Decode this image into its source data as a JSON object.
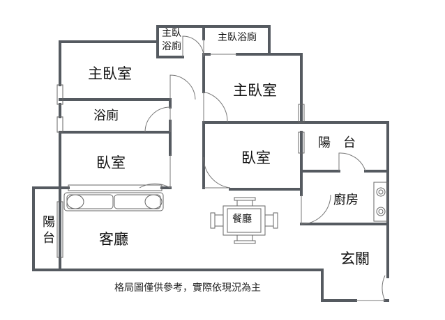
{
  "plan": {
    "rooms": {
      "master_bath_small_line1": "主臥",
      "master_bath_small_line2": "浴廁",
      "master_bath": "主臥浴廁",
      "master_bedroom_left": "主臥室",
      "master_bedroom_right": "主臥室",
      "bathroom": "浴廁",
      "bedroom_left": "臥室",
      "bedroom_right": "臥室",
      "balcony_right": "陽　台",
      "balcony_left_line1": "陽",
      "balcony_left_line2": "台",
      "kitchen": "廚房",
      "living_room": "客廳",
      "dining_room": "餐廳",
      "entrance": "玄關"
    },
    "disclaimer": "格局圖僅供參考，實際依現況為主"
  },
  "colors": {
    "wall": "#555a60",
    "furniture": "#666666"
  }
}
